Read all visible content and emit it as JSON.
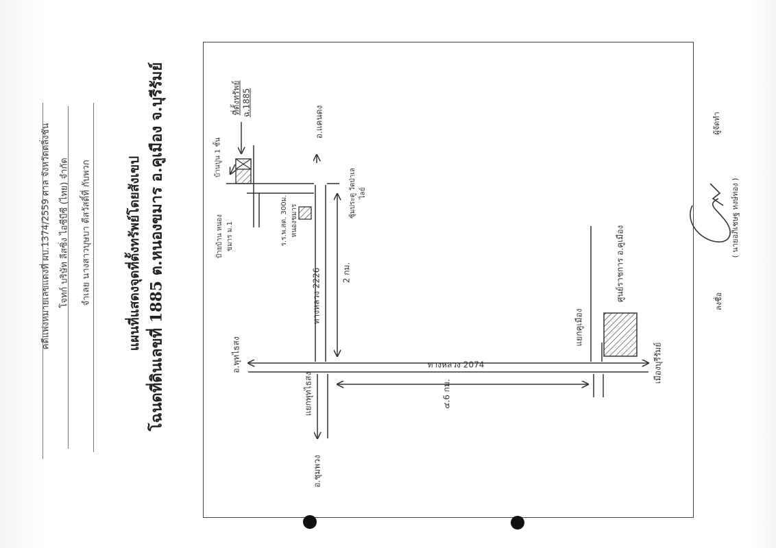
{
  "header": {
    "case_line": "คดีแพ่งหมายเลขแดงที่ ผบ.1374/2559 ศาล จังหวัดตลิ่งชัน",
    "plaintiff_line": "โจทก์ บริษัท ลีสซิ่ง ไอซีบีซี (ไทย) จำกัด",
    "defendant_line": "จำเลย นางสาวบุษบา ดีสวัสดิ์ที่ กับพวก"
  },
  "title": {
    "line1": "แผนที่แสดงจุดที่ตั้งทรัพย์โดยสังเขป",
    "line2": "โฉนดที่ดินเลขที่ 1885 ต.หนองขมาร อ.คูเมือง จ.บุรีรัมย์"
  },
  "map": {
    "labels": {
      "property_title": "ที่ตั้งทรัพย์",
      "property_deed": "ฉ.1885",
      "house": "บ้านปูน 1 ชั้น",
      "village_entrance": "ป้ายบ้าน หนองขมาร ม.1",
      "school": "ร.ร.พ.สต. 300ม. หนองขมาร",
      "to_khaendong": "อ.แคนดง",
      "junction_note": "ซุ้มประตู วัดป่าเลไลย์",
      "road_2226": "ทางหลวง 2226",
      "dist_2km": "2 กม.",
      "to_phutthaisong": "อ.พุทไธสง",
      "road_2074": "ทางหลวง 2074",
      "dist_6km": "๔.6 กม.",
      "phutthaisong_junction": "แยกพุทไธสง",
      "to_chumphuang": "อ.ชุมพวง",
      "khumuang_junction": "แยกคูเมือง",
      "gov_center": "ศูนย์ราชการ อ.คูเมือง",
      "to_buriram": "เมืองบุรีรัมย์"
    }
  },
  "signature": {
    "sign_label": "ลงชื่อ",
    "name": "( นายอภิเชษฐ หงษ์ทอง )",
    "role": "ผู้จัดทำ"
  },
  "colors": {
    "ink": "#333333",
    "frame": "#444444",
    "punch_hole": "#111111"
  }
}
